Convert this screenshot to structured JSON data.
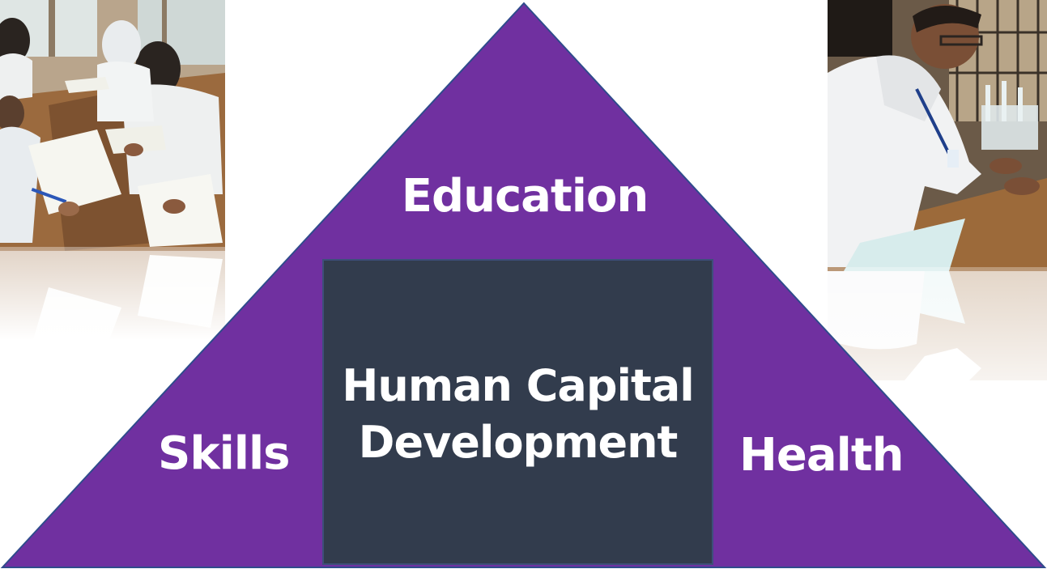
{
  "diagram": {
    "top_label": "Education",
    "left_label": "Skills",
    "right_label": "Health",
    "center_line1": "Human Capital",
    "center_line2": "Development"
  },
  "colors": {
    "triangle": "#7030a0",
    "triangle_edge": "#2f4b8c",
    "center_box": "#323c4d",
    "text": "#ffffff"
  },
  "photos": {
    "left": "classroom-students-writing-photo",
    "right": "lab-technician-photo"
  }
}
